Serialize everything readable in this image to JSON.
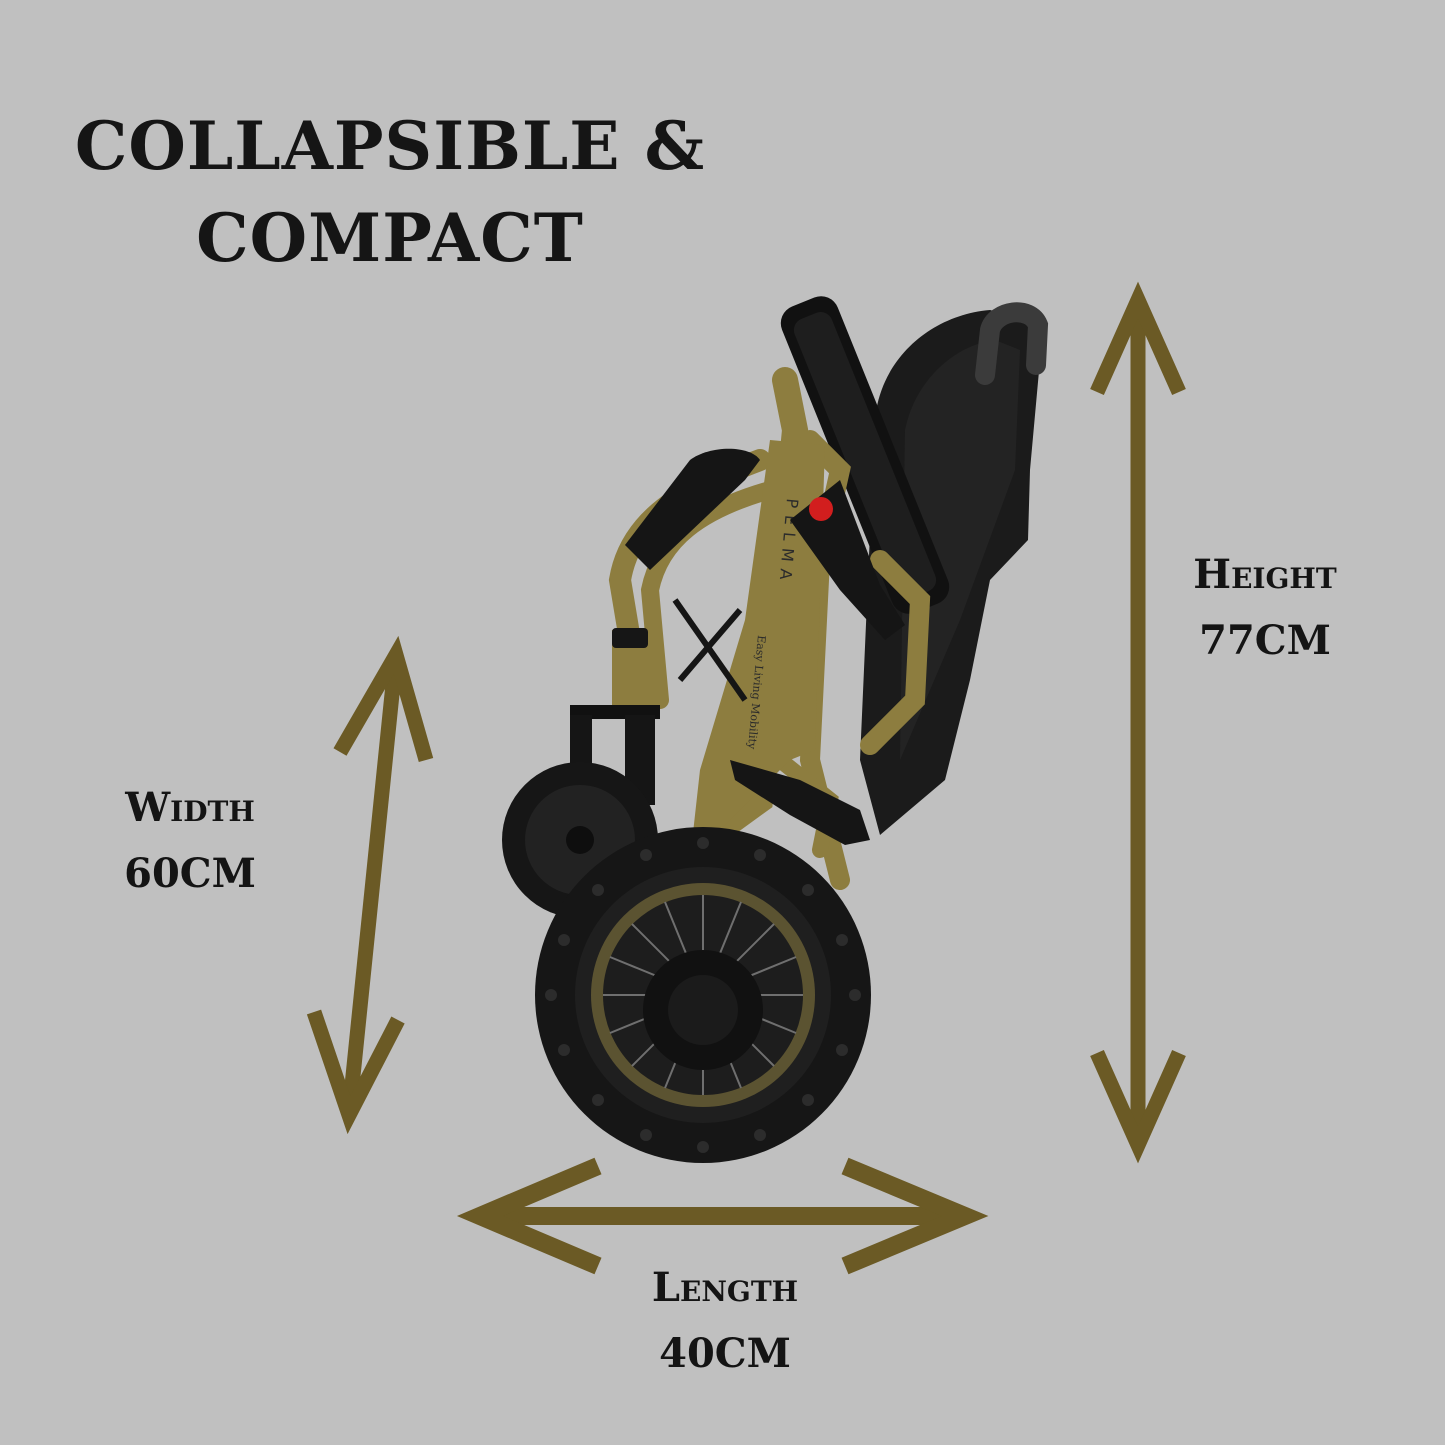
{
  "title": {
    "line1": "COLLAPSIBLE &",
    "line2": "COMPACT"
  },
  "dimensions": {
    "width": {
      "label": "Width",
      "value": "60CM"
    },
    "height": {
      "label": "Height",
      "value": "77CM"
    },
    "length": {
      "label": "Length",
      "value": "40CM"
    }
  },
  "colors": {
    "background": "#c0c0c0",
    "arrow": "#6b5a25",
    "text": "#141414",
    "frame": "#8d7d3f",
    "tire": "#161616"
  },
  "product": {
    "brand_mark": "PELMA",
    "brand_sub": "Easy Living Mobility"
  }
}
